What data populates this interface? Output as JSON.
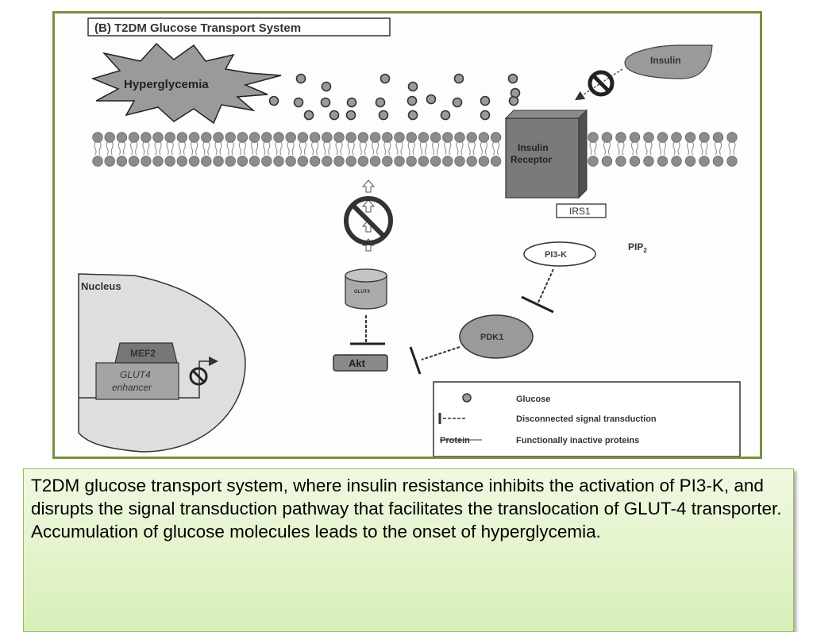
{
  "figure": {
    "title": "(B) T2DM Glucose Transport System",
    "labels": {
      "hyperglycemia": "Hyperglycemia",
      "insulin": "Insulin",
      "insulin_receptor_line1": "Insulin",
      "insulin_receptor_line2": "Receptor",
      "irs1": "IRS1",
      "pi3k": "PI3-K",
      "pip2_main": "PIP",
      "pip2_sub": "2",
      "glut4_vesicle": "GLUT4",
      "pdk1": "PDK1",
      "akt": "Akt",
      "nucleus": "Nucleus",
      "mef2": "MEF2",
      "glut4_enhancer_line1": "GLUT4",
      "glut4_enhancer_line2": "enhancer"
    },
    "legend": {
      "items": [
        {
          "symbol": "glucose-circle",
          "label": "Glucose"
        },
        {
          "symbol": "inhibit-dashed",
          "label": "Disconnected signal transduction"
        },
        {
          "symbol": "protein-strike",
          "symbol_text": "Protein",
          "label": "Functionally inactive proteins"
        }
      ]
    },
    "colors": {
      "frame": "#76923c",
      "shape_gray": "#9a9a9a",
      "dark_gray": "#6e6e6e",
      "light_gray": "#c8c8c8",
      "nucleus_fill": "#dedede"
    }
  },
  "caption": {
    "text": "T2DM glucose transport system, where insulin resistance inhibits the activation of PI3-K, and disrupts the signal transduction pathway that facilitates the translocation of GLUT-4 transporter. Accumulation of glucose molecules leads to the onset of hyperglycemia."
  }
}
